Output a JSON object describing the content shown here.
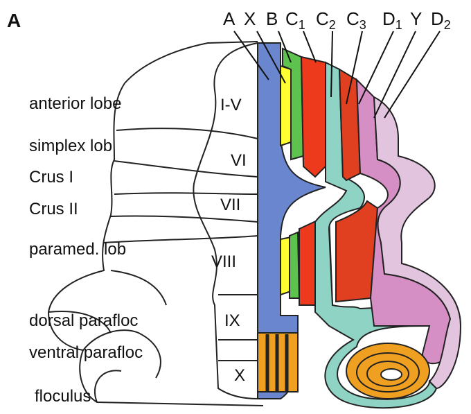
{
  "figure": {
    "panel_label": "A",
    "colors": {
      "A": "#6a86cf",
      "X": "#ffff33",
      "B": "#5ec24f",
      "C1": "#ee3a1c",
      "C2": "#8fd3c4",
      "C3": "#e04020",
      "D1": "#d58fc4",
      "D2": "#e3c4df",
      "flocculus": "#f0a020",
      "outline": "#222222"
    }
  },
  "zones": [
    {
      "name": "A",
      "base": "A",
      "sub": ""
    },
    {
      "name": "X",
      "base": "X",
      "sub": ""
    },
    {
      "name": "B",
      "base": "B",
      "sub": ""
    },
    {
      "name": "C1",
      "base": "C",
      "sub": "1"
    },
    {
      "name": "C2",
      "base": "C",
      "sub": "2"
    },
    {
      "name": "C3",
      "base": "C",
      "sub": "3"
    },
    {
      "name": "D1",
      "base": "D",
      "sub": "1"
    },
    {
      "name": "Y",
      "base": "Y",
      "sub": ""
    },
    {
      "name": "D2",
      "base": "D",
      "sub": "2"
    }
  ],
  "regions": [
    "anterior lobe",
    "simplex lob",
    "Crus I",
    "Crus II",
    "paramed. lob",
    "dorsal parafloc",
    "ventral parafloc",
    "floculus"
  ],
  "lobules": [
    "I-V",
    "VI",
    "VII",
    "VIII",
    "IX",
    "X"
  ]
}
